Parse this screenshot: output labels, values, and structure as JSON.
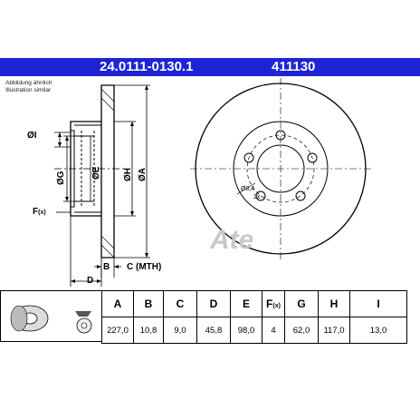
{
  "header": {
    "part_number": "24.0111-0130.1",
    "ref_number": "411130"
  },
  "note": {
    "line1": "Abbildung ähnlich",
    "line2": "Illustration similar"
  },
  "drawing": {
    "labels": {
      "I": "ØI",
      "G": "ØG",
      "E": "ØE",
      "H": "ØH",
      "A": "ØA",
      "F": "F",
      "F_sub": "(x)",
      "B": "B",
      "C": "C (MTH)",
      "D": "D",
      "hole": "Ø8,4",
      "hole_count": "2x"
    },
    "logo": "Ate"
  },
  "spec_table": {
    "headers": [
      "A",
      "B",
      "C",
      "D",
      "E",
      "F",
      "G",
      "H",
      "I"
    ],
    "header_F_sub": "(x)",
    "values": [
      "227,0",
      "10,8",
      "9,0",
      "45,8",
      "98,0",
      "4",
      "62,0",
      "117,0",
      "13,0"
    ]
  },
  "colors": {
    "header_bg": "#1f23d6",
    "header_text": "#ffffff",
    "line": "#000000",
    "logo": "#c8c8c8"
  }
}
